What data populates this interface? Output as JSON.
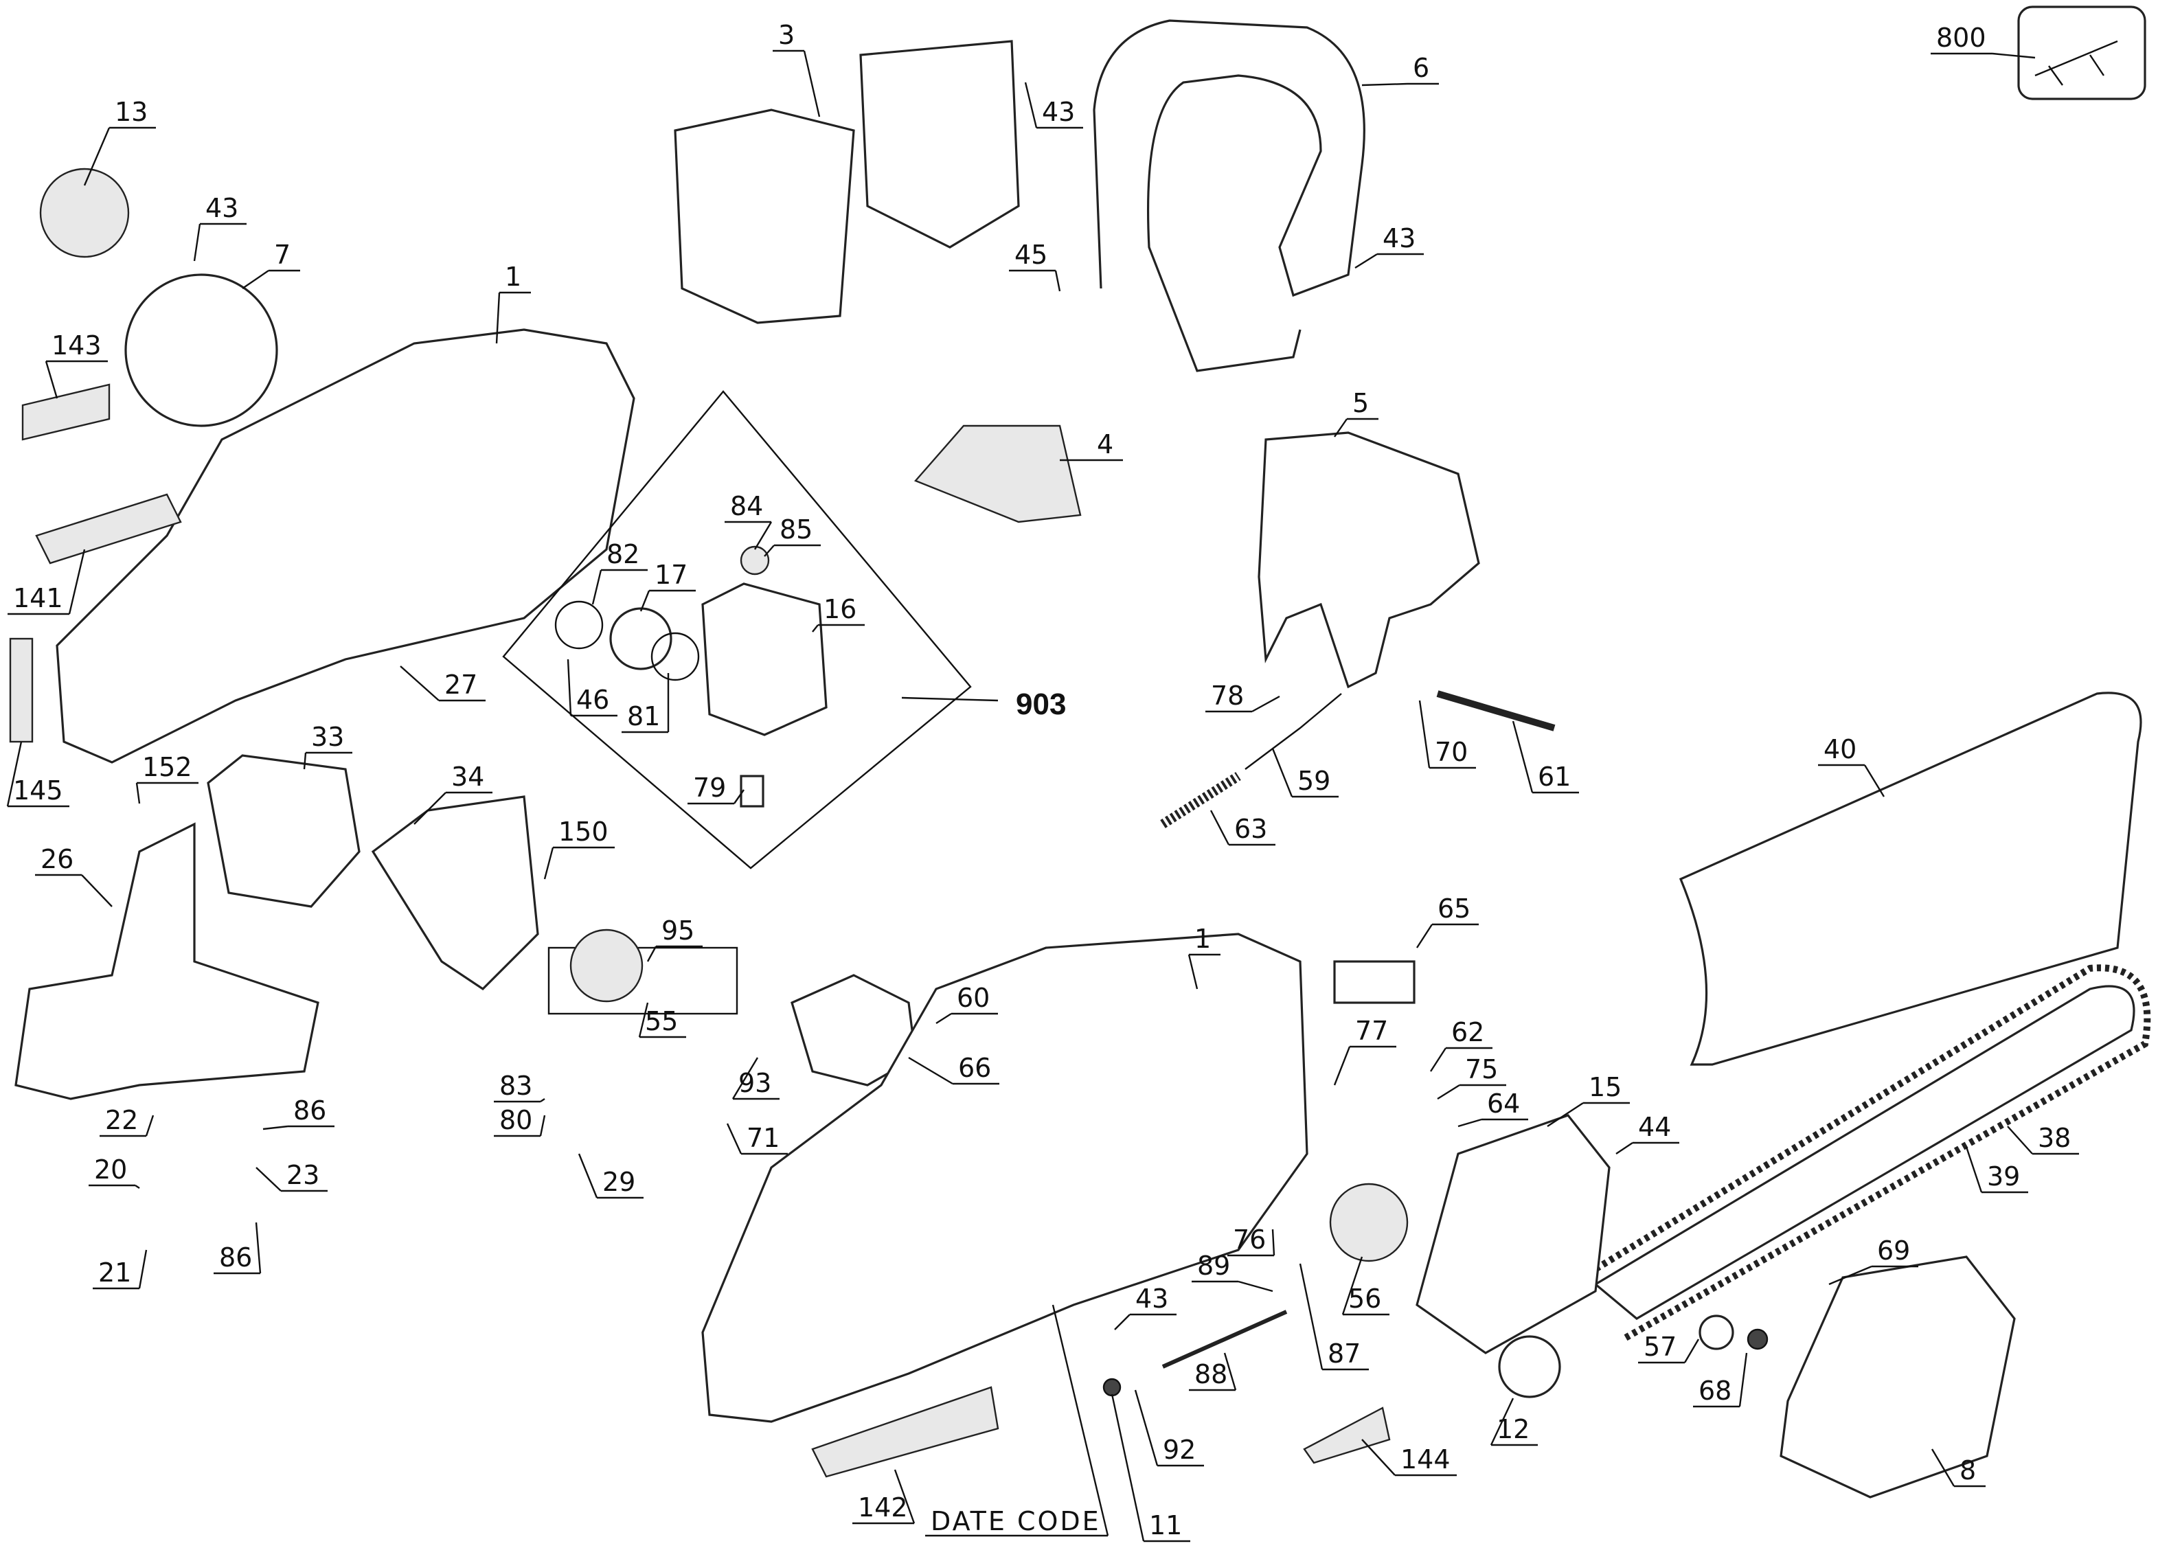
{
  "diagram": {
    "kit_label": "903",
    "date_code": "DATE CODE",
    "labels": [
      "800",
      "3",
      "43",
      "6",
      "13",
      "43",
      "7",
      "1",
      "43",
      "45",
      "143",
      "141",
      "145",
      "27",
      "4",
      "5",
      "84",
      "85",
      "82",
      "17",
      "16",
      "46",
      "81",
      "79",
      "78",
      "59",
      "70",
      "61",
      "63",
      "40",
      "33",
      "152",
      "26",
      "34",
      "150",
      "95",
      "55",
      "60",
      "66",
      "65",
      "1",
      "62",
      "75",
      "77",
      "64",
      "15",
      "44",
      "93",
      "71",
      "83",
      "80",
      "29",
      "22",
      "86",
      "23",
      "20",
      "21",
      "86",
      "38",
      "39",
      "76",
      "89",
      "56",
      "87",
      "43",
      "88",
      "69",
      "57",
      "68",
      "12",
      "11",
      "92",
      "144",
      "142",
      "8"
    ]
  }
}
